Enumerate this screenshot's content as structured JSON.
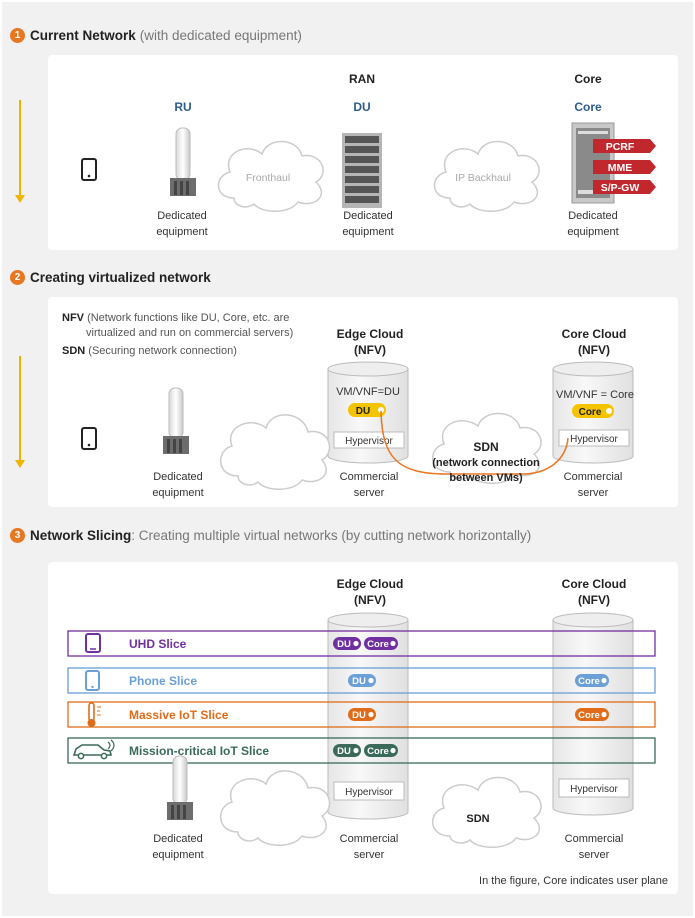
{
  "section1": {
    "number": "1",
    "title": "Current Network",
    "subtitle": "(with dedicated equipment)",
    "ran_label": "RAN",
    "core_group_label": "Core",
    "ru_label": "RU",
    "du_label": "DU",
    "core_label": "Core",
    "fronthaul": "Fronthaul",
    "ip_backhaul": "IP Backhaul",
    "dedicated_1": "Dedicated",
    "equipment_1": "equipment",
    "dedicated_2": "Dedicated",
    "equipment_2": "equipment",
    "dedicated_3": "Dedicated",
    "equipment_3": "equipment",
    "core_functions": [
      "PCRF",
      "MME",
      "S/P-GW"
    ]
  },
  "section2": {
    "number": "2",
    "title": "Creating virtualized network",
    "nfv_key": "NFV",
    "nfv_text_1": "(Network functions like DU, Core, etc. are",
    "nfv_text_2": "virtualized and run on commercial servers)",
    "sdn_key": "SDN",
    "sdn_text": "(Securing network connection)",
    "edge_cloud": "Edge Cloud",
    "edge_nfv": "(NFV)",
    "core_cloud": "Core Cloud",
    "core_nfv": "(NFV)",
    "vm_du": "VM/VNF=DU",
    "vm_core": "VM/VNF = Core",
    "du_pill": "DU",
    "core_pill": "Core",
    "hypervisor_1": "Hypervisor",
    "hypervisor_2": "Hypervisor",
    "sdn_title": "SDN",
    "sdn_line1": "(network connection",
    "sdn_line2": "between VMs)",
    "dedicated": "Dedicated",
    "equipment": "equipment",
    "commercial_1": "Commercial",
    "server_1": "server",
    "commercial_2": "Commercial",
    "server_2": "server"
  },
  "section3": {
    "number": "3",
    "title": "Network Slicing",
    "subtitle": ": Creating multiple virtual networks (by cutting network horizontally)",
    "edge_cloud": "Edge Cloud",
    "edge_nfv": "(NFV)",
    "core_cloud": "Core Cloud",
    "core_nfv": "(NFV)",
    "slices": [
      {
        "label": "UHD Slice",
        "color": "#7030a0",
        "edge": [
          "DU",
          "Core"
        ],
        "core": []
      },
      {
        "label": "Phone Slice",
        "color": "#6a9fd8",
        "edge": [
          "DU"
        ],
        "core": [
          "Core"
        ]
      },
      {
        "label": "Massive IoT Slice",
        "color": "#e06c1a",
        "edge": [
          "DU"
        ],
        "core": [
          "Core"
        ]
      },
      {
        "label": "Mission-critical IoT Slice",
        "color": "#3a6b5a",
        "edge": [
          "DU",
          "Core"
        ],
        "core": []
      }
    ],
    "hypervisor_1": "Hypervisor",
    "hypervisor_2": "Hypervisor",
    "sdn": "SDN",
    "dedicated": "Dedicated",
    "equipment": "equipment",
    "commercial_1": "Commercial",
    "server_1": "server",
    "commercial_2": "Commercial",
    "server_2": "server",
    "footnote": "In the figure, Core indicates user plane"
  },
  "colors": {
    "accent_orange": "#e87722",
    "title_blue": "#2e5c8a",
    "core_red": "#c0282d",
    "pill_yellow": "#f5c400"
  }
}
